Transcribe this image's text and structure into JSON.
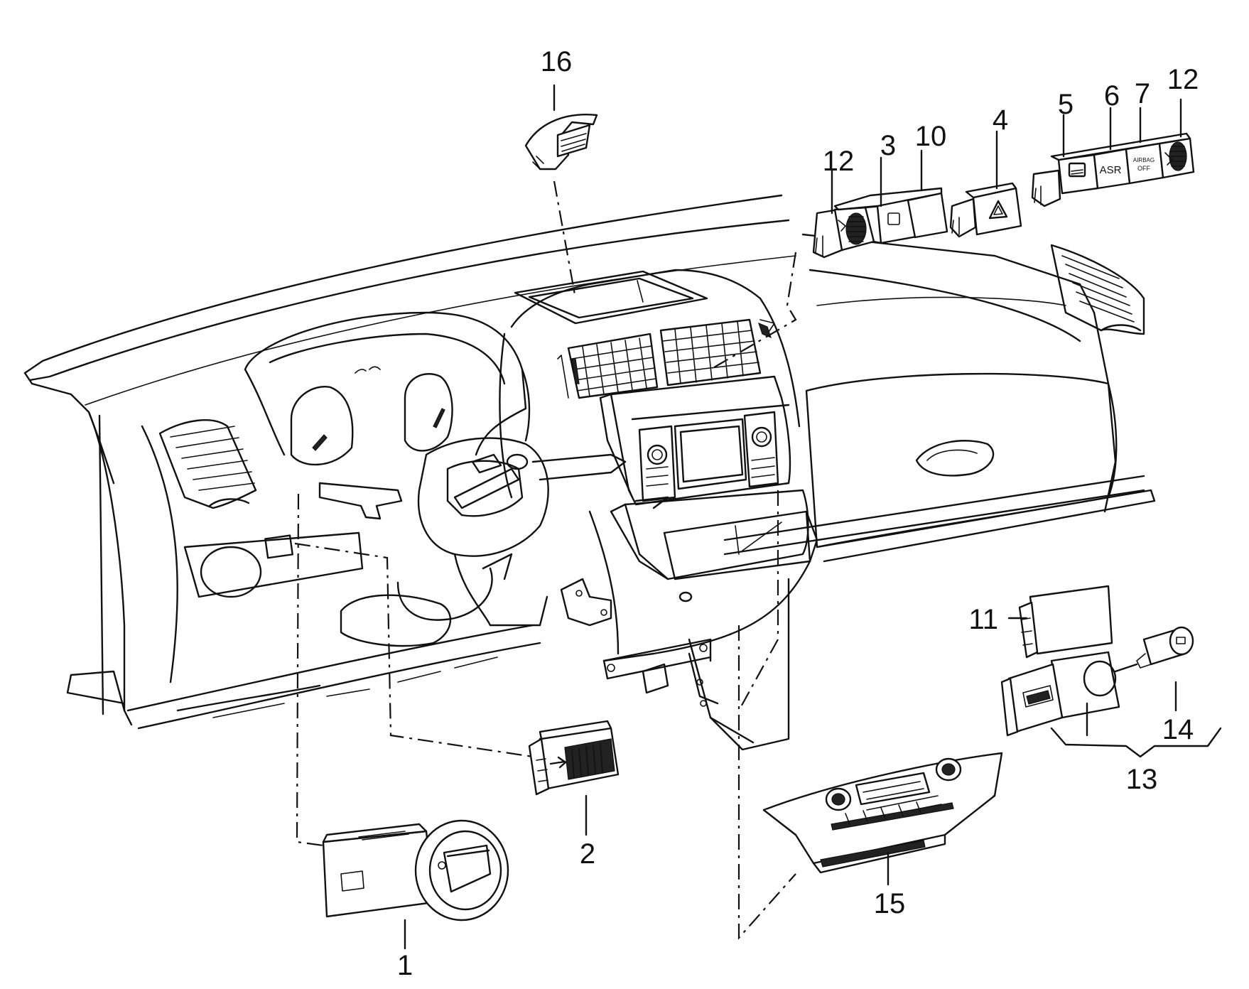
{
  "callouts": {
    "c1": "1",
    "c2": "2",
    "c3": "3",
    "c4": "4",
    "c5": "5",
    "c6": "6",
    "c7": "7",
    "c10": "10",
    "c11": "11",
    "c12a": "12",
    "c12b": "12",
    "c13": "13",
    "c14": "14",
    "c15": "15",
    "c16": "16"
  },
  "switch_labels": {
    "asr": "ASR",
    "airbag_line1": "AIRBAG",
    "airbag_line2": "OFF"
  }
}
